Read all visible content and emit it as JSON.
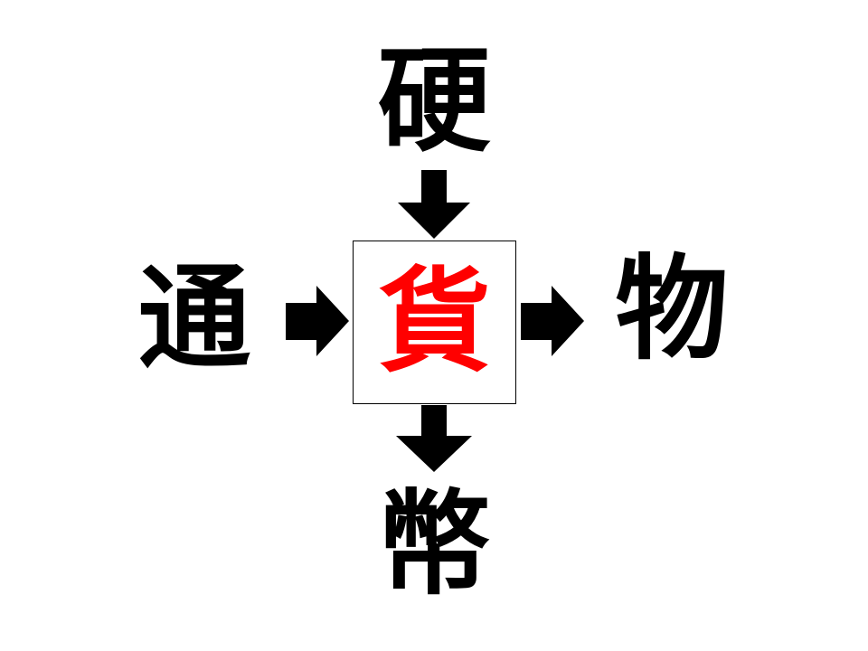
{
  "puzzle": {
    "top": "硬",
    "left": "通",
    "right": "物",
    "bottom": "幣",
    "answer": "貨"
  },
  "colors": {
    "answer": "#ff0000",
    "text": "#000000",
    "arrow": "#000000",
    "box_border": "#000000"
  }
}
